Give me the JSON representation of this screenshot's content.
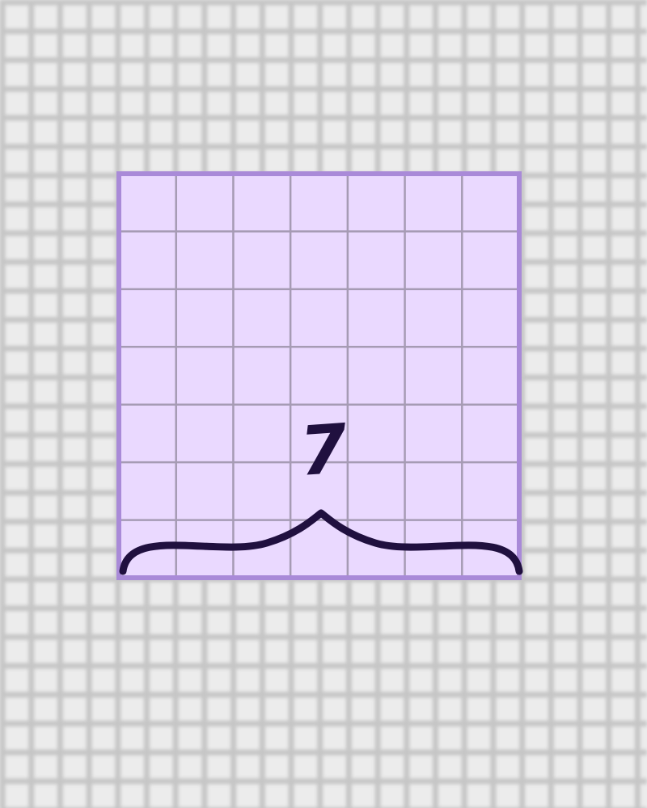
{
  "diagram": {
    "type": "grid-square",
    "cells_per_side": 7,
    "side_label": "7",
    "colors": {
      "paper": "#ececec",
      "paper_grid": "#c6c6c6",
      "square_fill": "#ead9ff",
      "square_border": "#a98ad8",
      "inner_grid": "#a69bb4",
      "brace": "#20103f"
    }
  }
}
